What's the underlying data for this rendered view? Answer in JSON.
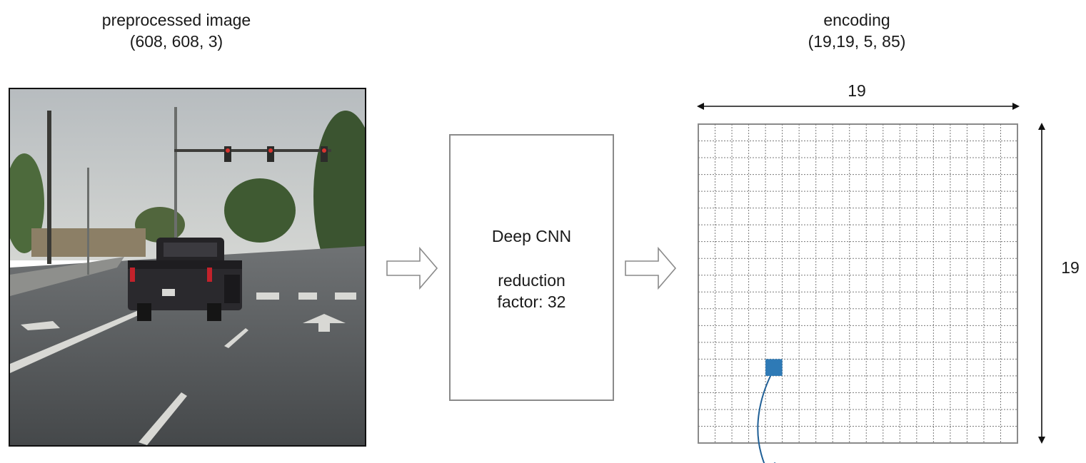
{
  "input": {
    "title_line1": "preprocessed image",
    "title_line2": "(608, 608, 3)"
  },
  "cnn": {
    "name": "Deep CNN",
    "reduction_line1": "reduction",
    "reduction_line2": "factor: 32"
  },
  "encoding": {
    "title_line1": "encoding",
    "title_line2": "(19,19, 5, 85)",
    "width_label": "19",
    "height_label": "19",
    "grid_cells": 19,
    "highlight_cell": {
      "col": 4,
      "row": 14
    },
    "highlight_color": "#2e7ab6"
  },
  "colors": {
    "grid_line": "#7a7a7a",
    "box_border": "#8a8a8a",
    "connector": "#1f5f96"
  }
}
